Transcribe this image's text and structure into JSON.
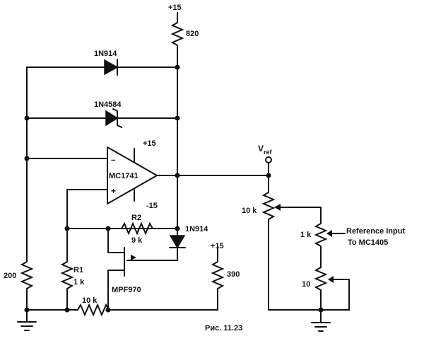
{
  "caption": "Рис. 11.23",
  "supply": {
    "plus15_top": "+15",
    "plus15_opamp": "+15",
    "minus15_opamp": "-15",
    "plus15_right": "+15"
  },
  "resistors": {
    "r_820": "820",
    "r2_name": "R2",
    "r2_value": "9 k",
    "r1_name": "R1",
    "r1_value": "1 k",
    "r_10k_bottom": "10 k",
    "r_200": "200",
    "r_390": "390",
    "pot_10k": "10 k",
    "pot_1k": "1 k",
    "pot_10": "10"
  },
  "semis": {
    "diode_top": "1N914",
    "zener": "1N4584",
    "diode_mid": "1N914",
    "jfet": "MPF970",
    "opamp": "MC1741"
  },
  "pins": {
    "minus": "−",
    "plus": "+"
  },
  "vref": {
    "main": "V",
    "sub": "ref"
  },
  "reference_input": {
    "line1": "Reference Input",
    "line2": "To MC1405"
  }
}
